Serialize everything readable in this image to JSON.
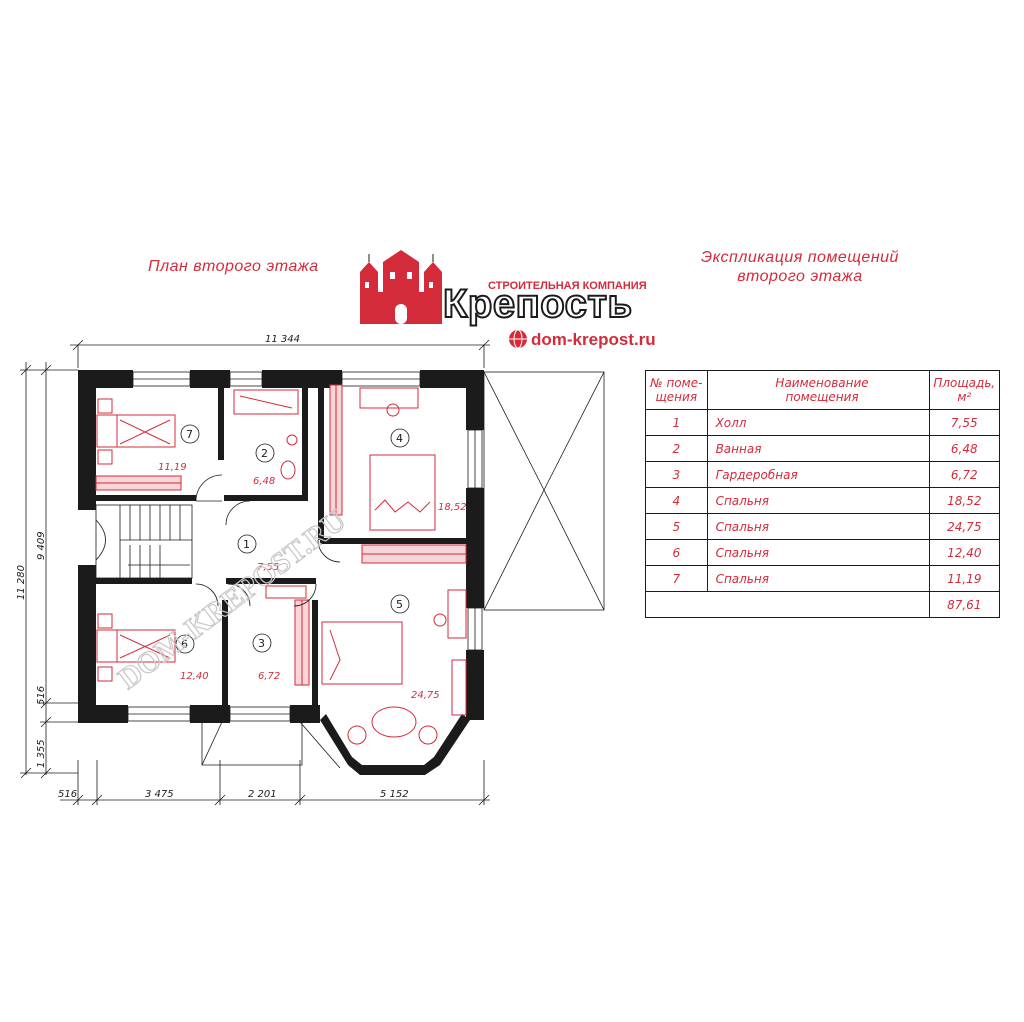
{
  "plan_title": "План второго этажа",
  "explication_title_line1": "Экспликация помещений",
  "explication_title_line2": "второго этажа",
  "logo": {
    "company": "СТРОИТЕЛЬНАЯ КОМПАНИЯ",
    "name": "Крепость",
    "url": "dom-krepost.ru",
    "watermark": "DOM-KREPOST.RU"
  },
  "dimensions": {
    "top_total": "11 344",
    "left_total": "11 280",
    "left_inner": "9 409",
    "left_516": "516",
    "left_1355": "1 355",
    "bottom_516": "516",
    "bottom_3475": "3 475",
    "bottom_2201": "2 201",
    "bottom_5152": "5 152"
  },
  "rooms": [
    {
      "num": "1",
      "area": "7,55"
    },
    {
      "num": "2",
      "area": "6,48"
    },
    {
      "num": "3",
      "area": "6,72"
    },
    {
      "num": "4",
      "area": "18,52"
    },
    {
      "num": "5",
      "area": "24,75"
    },
    {
      "num": "6",
      "area": "12,40"
    },
    {
      "num": "7",
      "area": "11,19"
    }
  ],
  "table": {
    "header_num_1": "№ поме-",
    "header_num_2": "щения",
    "header_name_1": "Наименование",
    "header_name_2": "помещения",
    "header_area_1": "Площадь,",
    "header_area_2": "м²",
    "rows": [
      {
        "num": "1",
        "name": "Холл",
        "area": "7,55"
      },
      {
        "num": "2",
        "name": "Ванная",
        "area": "6,48"
      },
      {
        "num": "3",
        "name": "Гардеробная",
        "area": "6,72"
      },
      {
        "num": "4",
        "name": "Спальня",
        "area": "18,52"
      },
      {
        "num": "5",
        "name": "Спальня",
        "area": "24,75"
      },
      {
        "num": "6",
        "name": "Спальня",
        "area": "12,40"
      },
      {
        "num": "7",
        "name": "Спальня",
        "area": "11,19"
      }
    ],
    "total": "87,61"
  },
  "colors": {
    "accent": "#d42b3a",
    "wall": "#1b1b1b"
  }
}
